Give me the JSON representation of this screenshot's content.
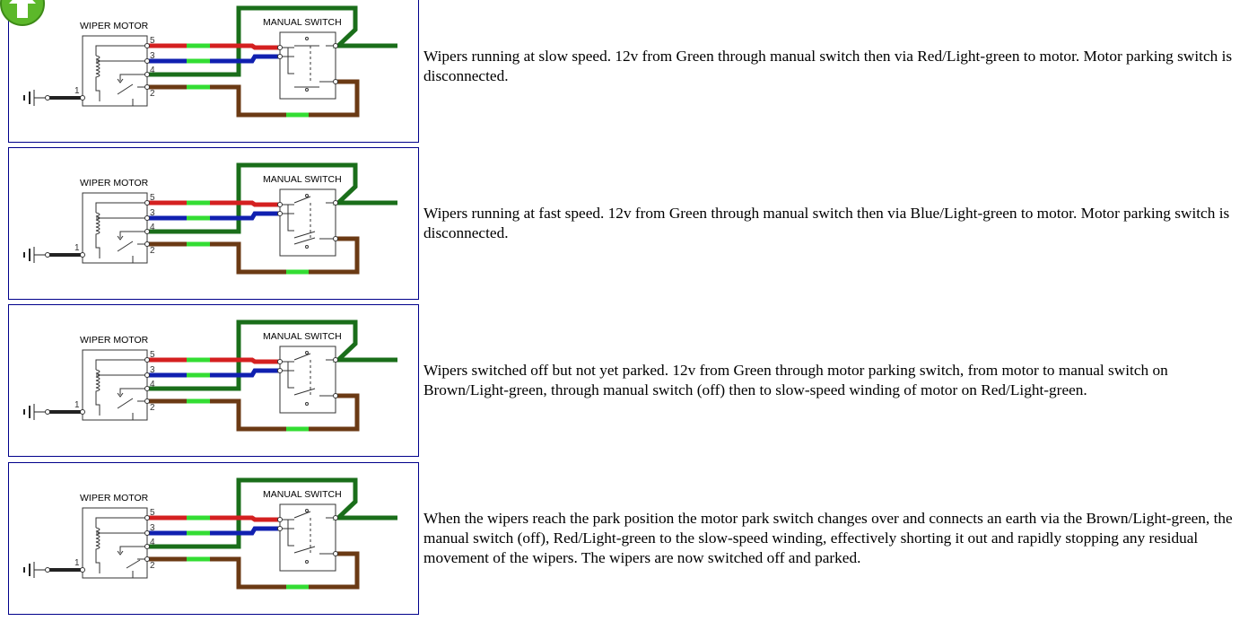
{
  "labels": {
    "motor": "WIPER MOTOR",
    "switch": "MANUAL SWITCH"
  },
  "terminals": [
    "5",
    "3",
    "4",
    "2",
    "1"
  ],
  "colors": {
    "green": "#1a6e1a",
    "red": "#d42020",
    "blue": "#1020b0",
    "brown": "#6b3a14",
    "light_green": "#33dd33",
    "border": "#00008b"
  },
  "rows": [
    {
      "state": "slow",
      "text": "Wipers running at slow speed. 12v from Green through manual switch then via Red/Light-green to motor. Motor parking switch is disconnected."
    },
    {
      "state": "fast",
      "text": "Wipers running at fast speed. 12v from Green through manual switch then via Blue/Light-green to motor. Motor parking switch is disconnected."
    },
    {
      "state": "off",
      "text": "Wipers switched off but not yet parked. 12v from Green through motor parking switch, from motor to manual switch on Brown/Light-green, through manual switch (off) then to slow-speed winding of motor on Red/Light-green."
    },
    {
      "state": "parked",
      "text": "When the wipers reach the park position the motor park switch changes over and connects an earth via the Brown/Light-green, the manual switch (off), Red/Light-green to the slow-speed winding, effectively shorting it out and rapidly stopping any residual movement of the wipers. The wipers are now switched off and parked."
    }
  ]
}
